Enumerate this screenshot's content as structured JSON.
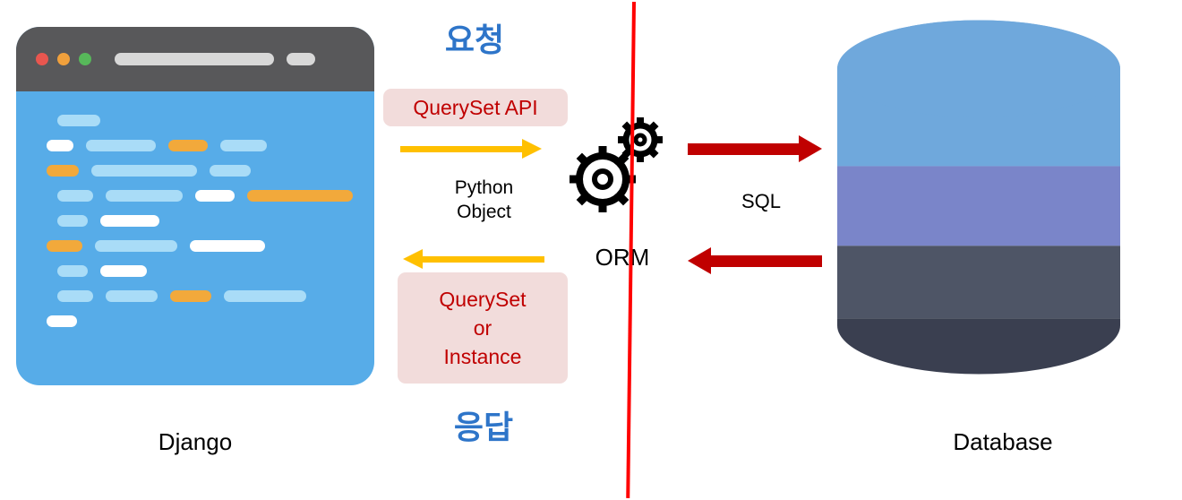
{
  "labels": {
    "request_ko": "요청",
    "queryset_api": "QuerySet API",
    "python_object_line1": "Python",
    "python_object_line2": "Object",
    "queryset_line1": "QuerySet",
    "queryset_line2": "or",
    "queryset_line3": "Instance",
    "response_ko": "응답",
    "orm": "ORM",
    "sql": "SQL",
    "django": "Django",
    "database": "Database"
  },
  "icons": {
    "orm": "double-gear-icon",
    "database": "database-cylinder-icon",
    "django": "code-editor-window-icon"
  },
  "colors": {
    "accent_blue": "#2E75C9",
    "pink_bg": "#F2DCDB",
    "red_text": "#C00000",
    "arrow_yellow": "#FFC000",
    "arrow_dark_red": "#C00000",
    "divider_red": "#FF0000",
    "window_header": "#58585A",
    "window_body": "#57ACE8",
    "code_light": "#A9DCF7",
    "code_white": "#FFFFFF",
    "code_orange": "#F2A93B",
    "header_bar": "#D8D8D8",
    "db_band1": "#6FA8DC",
    "db_band2": "#7A85C9",
    "db_band3": "#4E5566",
    "db_band4": "#3A3F50"
  },
  "django_window": {
    "dots": [
      "#E8564F",
      "#F0A03C",
      "#57B85A"
    ],
    "code_rows": [
      {
        "indent": 12,
        "segs": [
          {
            "c": "light",
            "w": 48
          }
        ]
      },
      {
        "indent": 0,
        "segs": [
          {
            "c": "white",
            "w": 30
          },
          {
            "c": "light",
            "w": 78
          },
          {
            "c": "orange",
            "w": 44
          },
          {
            "c": "light",
            "w": 52
          }
        ]
      },
      {
        "indent": 0,
        "segs": [
          {
            "c": "orange",
            "w": 36
          },
          {
            "c": "light",
            "w": 118
          },
          {
            "c": "light",
            "w": 46
          }
        ]
      },
      {
        "indent": 12,
        "segs": [
          {
            "c": "light",
            "w": 40
          },
          {
            "c": "light",
            "w": 86
          },
          {
            "c": "white",
            "w": 44
          },
          {
            "c": "orange",
            "w": 118
          }
        ]
      },
      {
        "indent": 12,
        "segs": [
          {
            "c": "light",
            "w": 34
          },
          {
            "c": "white",
            "w": 66
          }
        ]
      },
      {
        "indent": 0,
        "segs": [
          {
            "c": "orange",
            "w": 40
          },
          {
            "c": "light",
            "w": 92
          },
          {
            "c": "white",
            "w": 84
          }
        ]
      },
      {
        "indent": 12,
        "segs": [
          {
            "c": "light",
            "w": 34
          },
          {
            "c": "white",
            "w": 52
          }
        ]
      },
      {
        "indent": 12,
        "segs": [
          {
            "c": "light",
            "w": 40
          },
          {
            "c": "light",
            "w": 58
          },
          {
            "c": "orange",
            "w": 46
          },
          {
            "c": "light",
            "w": 92
          }
        ]
      },
      {
        "indent": 0,
        "segs": [
          {
            "c": "white",
            "w": 34
          }
        ]
      }
    ]
  }
}
